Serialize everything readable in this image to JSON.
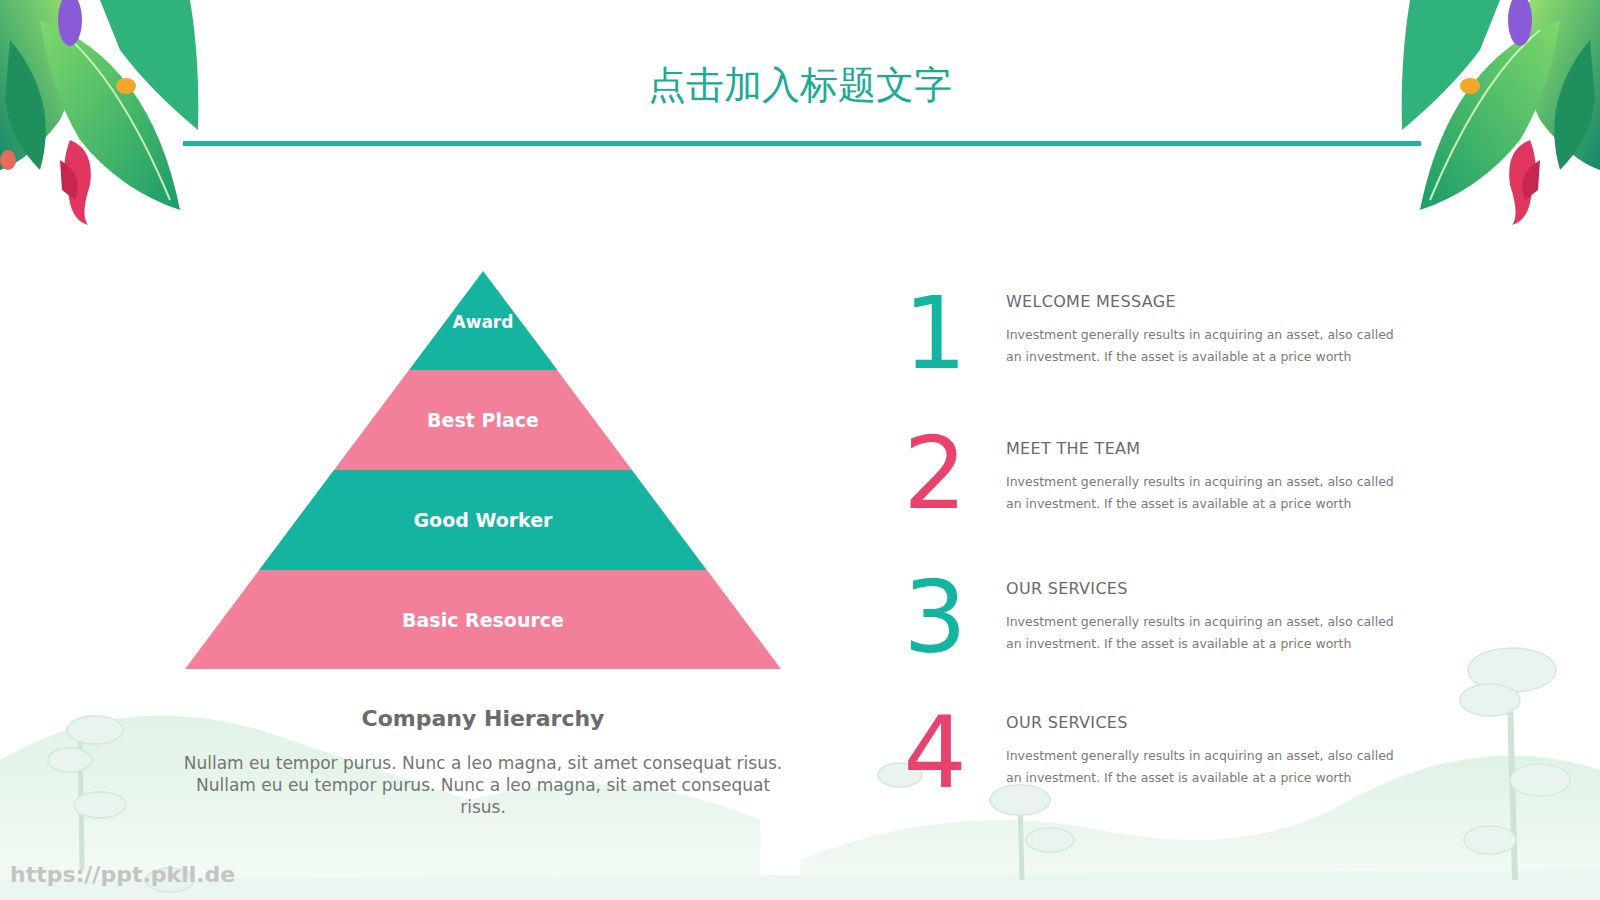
{
  "diagram": {
    "title": "点击加入标题文字",
    "caption": "Company Hierarchy",
    "nodes": [
      {
        "text": [
          "Award"
        ]
      },
      {
        "text": [
          "Best Place"
        ]
      },
      {
        "text": [
          "Good Worker"
        ]
      },
      {
        "text": [
          "Basic Resource"
        ]
      }
    ],
    "labels": [
      "1",
      "WELCOME MESSAGE",
      "Investment generally results in acquiring an asset, also called an investment. If the asset is available at a price worth",
      "2",
      "MEET THE TEAM",
      "Investment generally results in acquiring an asset, also called an investment. If the asset is available at a price worth",
      "3",
      "OUR SERVICES",
      "Investment generally results in acquiring an asset, also called an investment. If the asset is available at a price worth",
      "4",
      "OUR SERVICES",
      "Investment generally results in acquiring an asset, also called an investment. If the asset is available at a price worth",
      "Nullam eu tempor purus. Nunc a leo magna, sit amet consequat risus. Nullam eu eu tempor purus. Nunc a leo magna, sit amet consequat risus.",
      "https://ppt.pkll.de"
    ]
  }
}
